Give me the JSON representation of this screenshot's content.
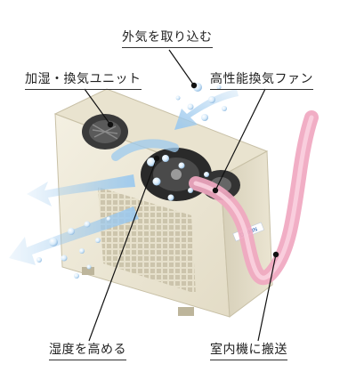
{
  "labels": {
    "outside_air_intake": "外気を取り込む",
    "humidify_ventilate_unit": "加湿・換気ユニット",
    "high_performance_fan": "高性能換気ファン",
    "raise_humidity": "湿度を高める",
    "transfer_to_indoor": "室内機に搬送"
  },
  "brand_mark": "DAIKIN",
  "colors": {
    "unit_body": "#eee9d8",
    "unit_shadow": "#cfc8b0",
    "fan_dark": "#2a2a2a",
    "airflow_blue": "#8fc2ea",
    "airflow_pink": "#f0a7c0",
    "leader_line": "#111111",
    "brand_blue": "#2b63b6"
  },
  "icons": [
    "water-droplet-icon",
    "airflow-arrow-icon",
    "duct-hose-icon"
  ]
}
